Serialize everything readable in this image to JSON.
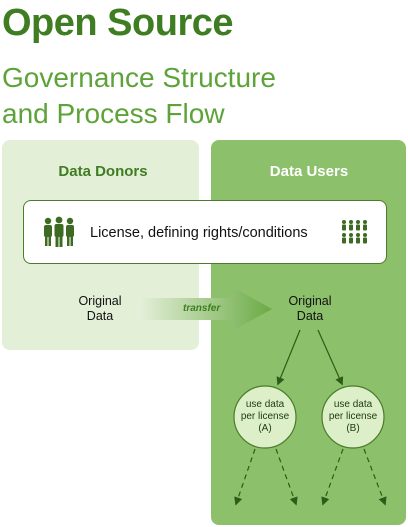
{
  "header": {
    "title": "Open Source",
    "subtitle_line1": "Governance Structure",
    "subtitle_line2": "and Process Flow"
  },
  "panels": {
    "donors_title": "Data Donors",
    "users_title": "Data Users"
  },
  "license": {
    "text": "License, defining rights/conditions",
    "left_icon": "group-of-people-icon",
    "right_icon": "crowd-icon"
  },
  "flow": {
    "original_data_left_line1": "Original",
    "original_data_left_line2": "Data",
    "transfer_label": "transfer",
    "original_data_right_line1": "Original",
    "original_data_right_line2": "Data"
  },
  "nodes": [
    {
      "line1": "use data",
      "line2": "per license",
      "line3": "(A)"
    },
    {
      "line1": "use data",
      "line2": "per license",
      "line3": "(B)"
    }
  ],
  "colors": {
    "dark_green": "#3f7d22",
    "mid_green": "#5ea33a",
    "light_panel": "#e4efd8",
    "users_panel": "#8cc06a",
    "node_fill": "#dcefc9"
  }
}
